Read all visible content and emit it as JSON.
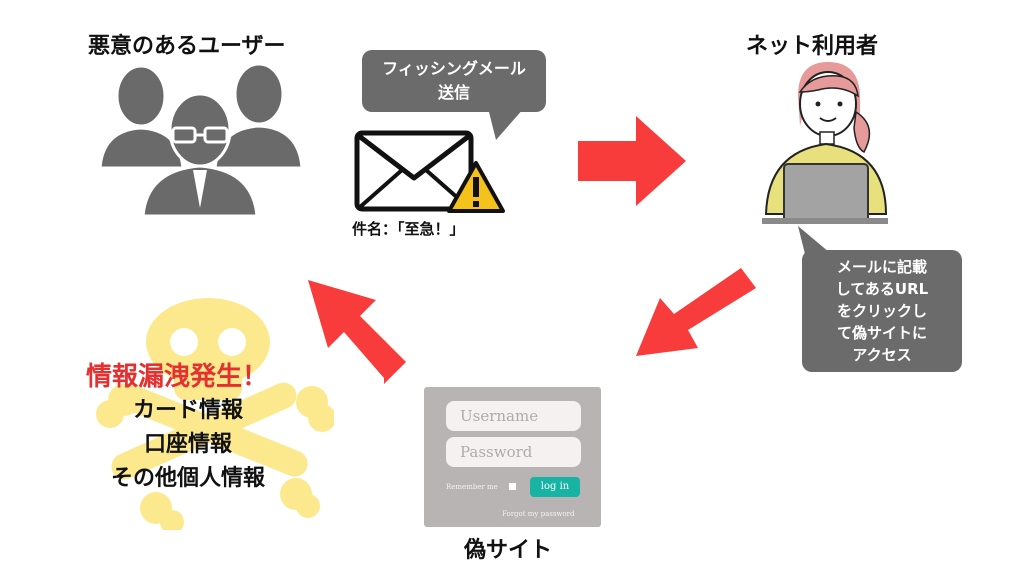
{
  "attackers": {
    "title": "悪意のあるユーザー"
  },
  "phishing": {
    "bubble_line1": "フィッシングメール",
    "bubble_line2": "送信",
    "subject": "件名：「至急！」"
  },
  "user": {
    "title": "ネット利用者"
  },
  "access": {
    "lines": [
      "メールに記載",
      "してあるURL",
      "をクリックし",
      "て偽サイトに",
      "アクセス"
    ]
  },
  "fake_site": {
    "title": "偽サイト",
    "username_placeholder": "Username",
    "password_placeholder": "Password",
    "remember_label": "Remember me",
    "login_label": "log in",
    "forgot_label": "Forgot my password"
  },
  "leak": {
    "title": "情報漏洩発生！",
    "items": [
      "カード情報",
      "口座情報",
      "その他個人情報"
    ]
  },
  "colors": {
    "arrow": "#f83b3b",
    "bubble": "#6b6b6b",
    "skull": "#fce98e",
    "leak_title": "#e53030",
    "login_button": "#17b3a3",
    "sweater": "#e8e07c",
    "hair": "#e79a9a"
  }
}
